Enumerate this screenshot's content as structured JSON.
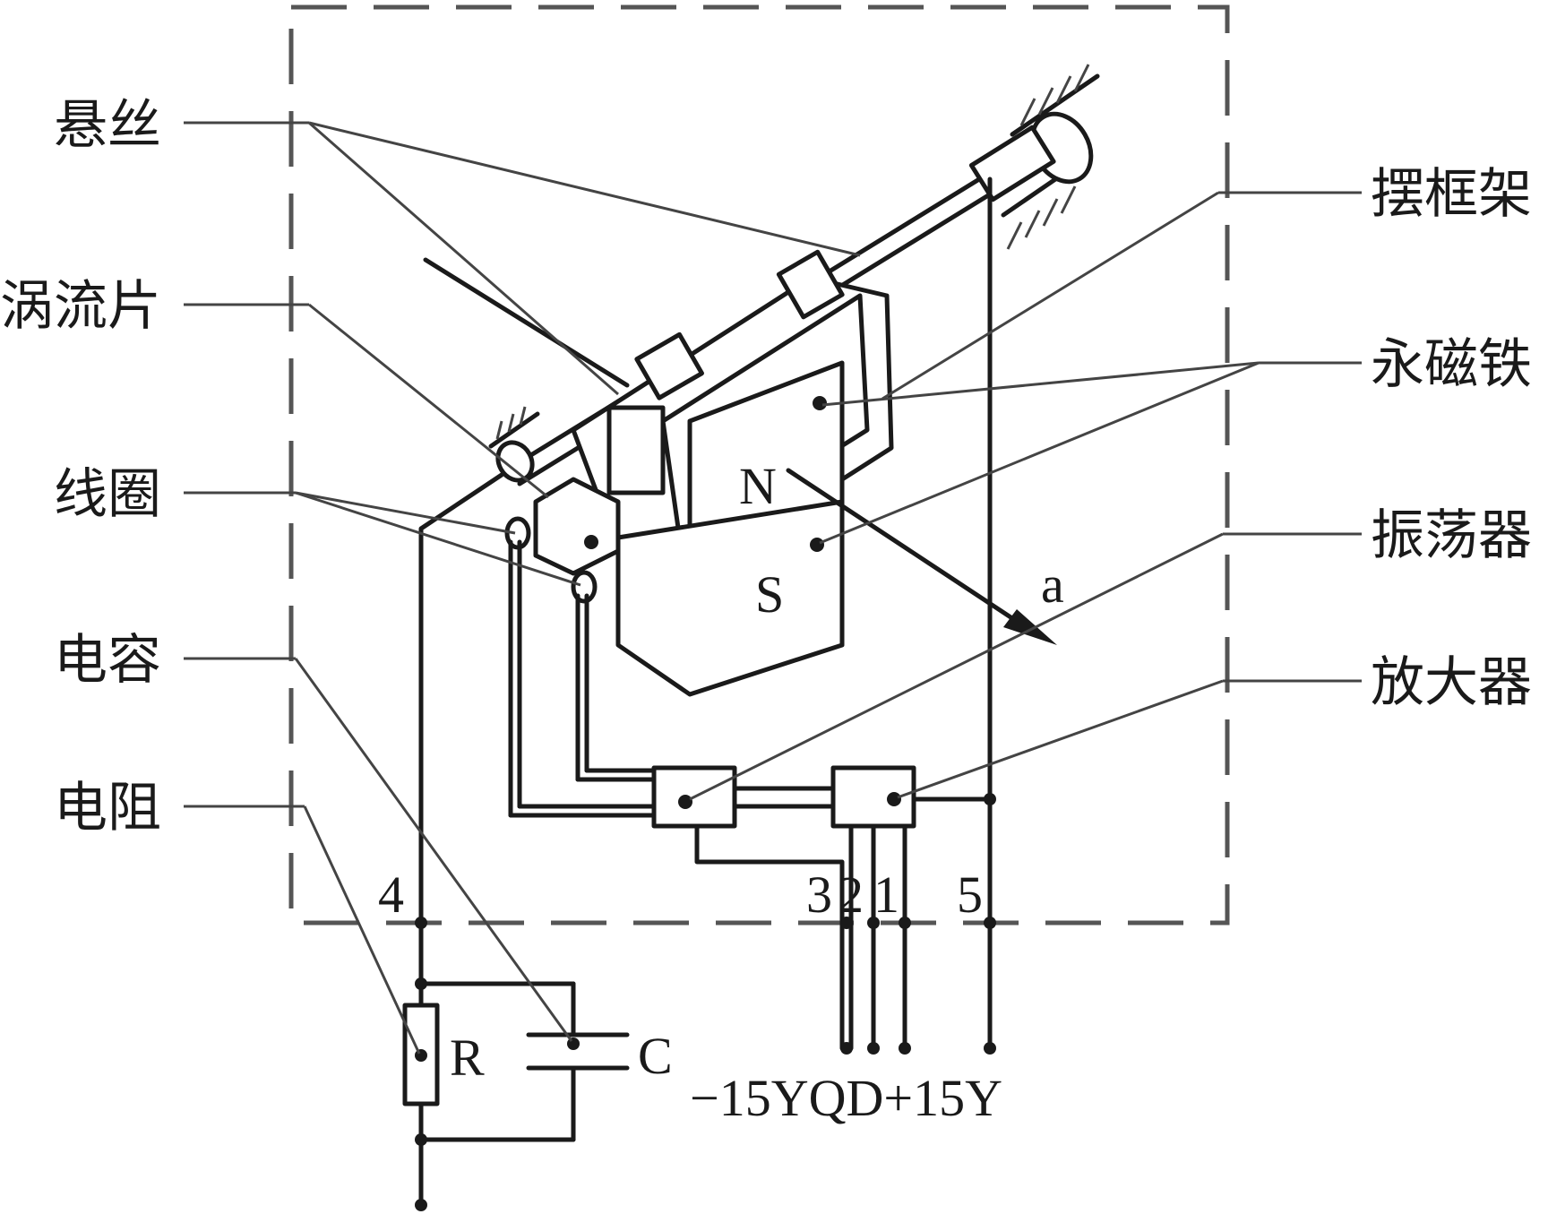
{
  "labels": {
    "suspension_wire": "悬丝",
    "eddy_plate": "涡流片",
    "coil": "线圈",
    "capacitor": "电容",
    "resistor": "电阻",
    "swing_frame": "摆框架",
    "permanent_magnet": "永磁铁",
    "oscillator": "振荡器",
    "amplifier": "放大器"
  },
  "symbols": {
    "north": "N",
    "south": "S",
    "axis": "a",
    "resistor": "R",
    "capacitor": "C"
  },
  "terminals": {
    "t4": "4",
    "t3": "3",
    "t2": "2",
    "t1": "1",
    "t5": "5"
  },
  "supply": "−15YQD+15Y"
}
